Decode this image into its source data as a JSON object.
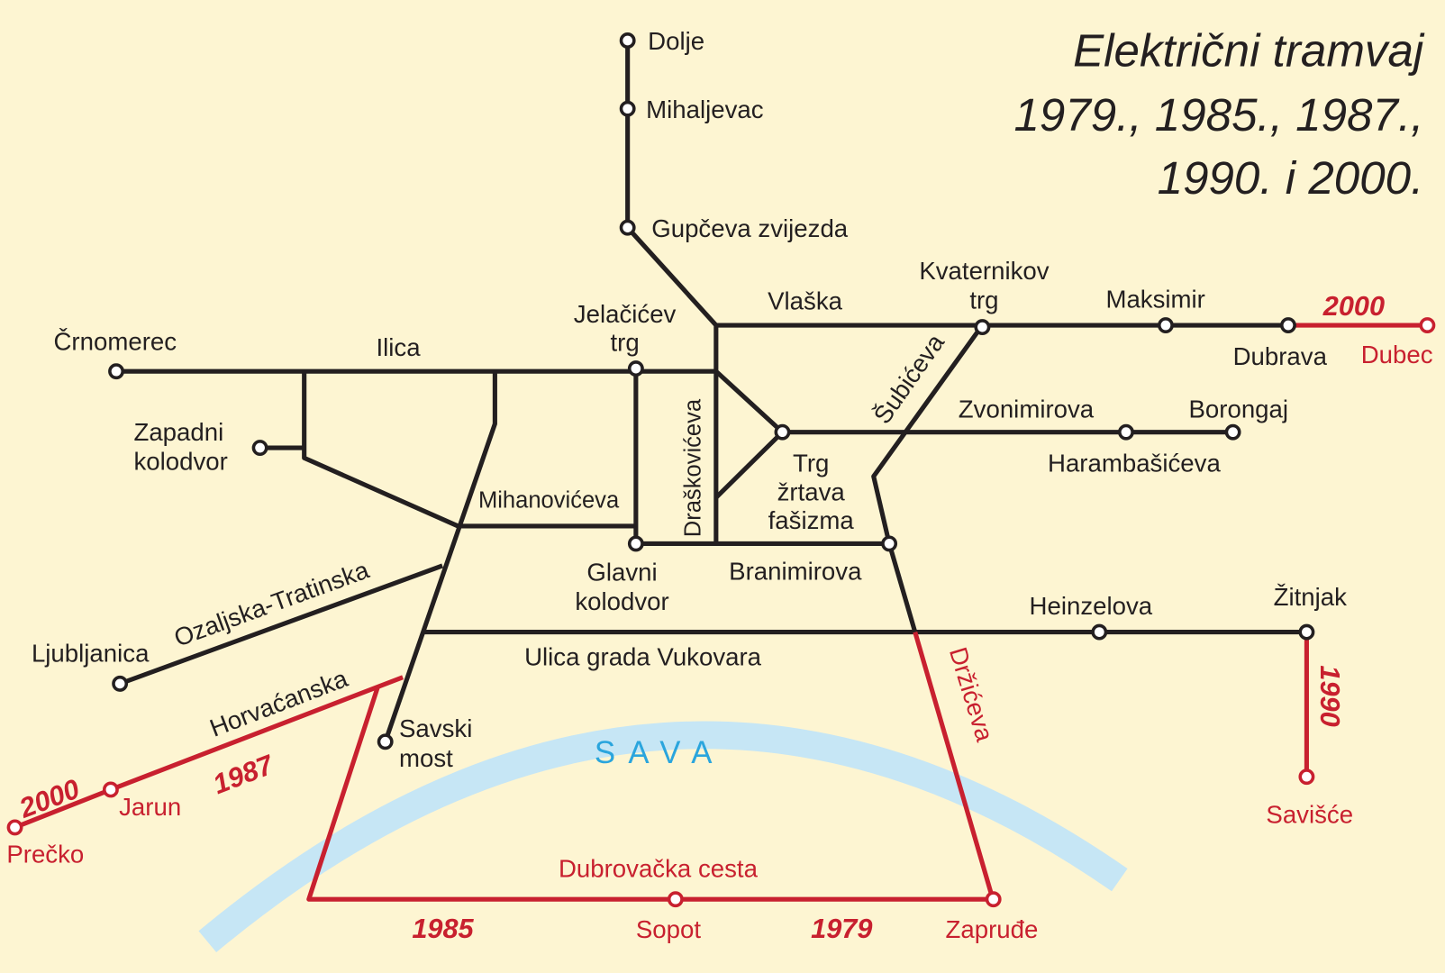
{
  "title": {
    "line1": "Električni tramvaj",
    "line2": "1979., 1985., 1987.,",
    "line3": "1990. i 2000."
  },
  "river": "SAVA",
  "colors": {
    "background": "#fdf5d2",
    "existing_line": "#231f20",
    "extension_line": "#c8202f",
    "river": "#c6e6f5"
  },
  "stations": {
    "dolje": "Dolje",
    "mihaljevac": "Mihaljevac",
    "gupceva": "Gupčeva zvijezda",
    "crnomerec": "Črnomerec",
    "zapadni1": "Zapadni",
    "zapadni2": "kolodvor",
    "jelacic1": "Jelačićev",
    "jelacic2": "trg",
    "kvaternikov1": "Kvaternikov",
    "kvaternikov2": "trg",
    "maksimir": "Maksimir",
    "dubrava": "Dubrava",
    "dubec": "Dubec",
    "borongaj": "Borongaj",
    "harambasiceva": "Harambašićeva",
    "trg1": "Trg",
    "trg2": "žrtava",
    "trg3": "fašizma",
    "glavni1": "Glavni",
    "glavni2": "kolodvor",
    "ljubljanica": "Ljubljanica",
    "savski1": "Savski",
    "savski2": "most",
    "heinzelova": "Heinzelova",
    "zitnjak": "Žitnjak",
    "savisce": "Savišće",
    "jarun": "Jarun",
    "precko": "Prečko",
    "sopot": "Sopot",
    "zaprude": "Zapruđe"
  },
  "streets": {
    "ilica": "Ilica",
    "vlaska": "Vlaška",
    "subiceva": "Šubićeva",
    "zvonimirova": "Zvonimirova",
    "draskoviceva": "Draškovićeva",
    "mihanoviceva": "Mihanovićeva",
    "branimirova": "Branimirova",
    "ozaljska": "Ozaljska-Tratinska",
    "vukovara": "Ulica grada Vukovara",
    "horvacanska": "Horvaćanska",
    "drziceva": "Držićeva",
    "dubrovacka": "Dubrovačka cesta"
  },
  "years": {
    "dubec": "2000",
    "savisce": "1990",
    "precko": "2000",
    "jarun": "1987",
    "sopot_west": "1985",
    "sopot_east": "1979"
  }
}
